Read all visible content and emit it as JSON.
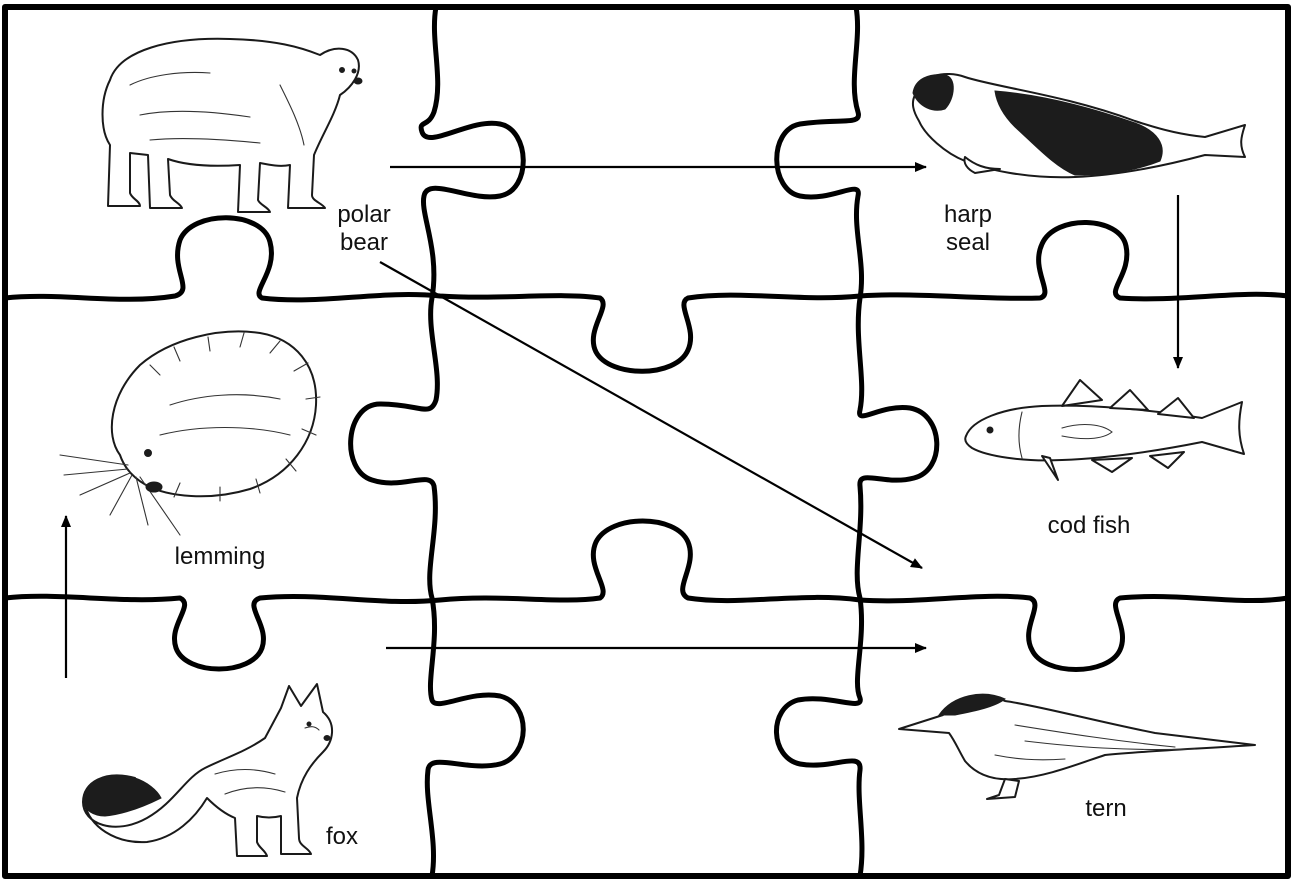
{
  "organisms": {
    "polar_bear": {
      "label_line1": "polar",
      "label_line2": "bear",
      "icon": "polar-bear-icon"
    },
    "harp_seal": {
      "label_line1": "harp",
      "label_line2": "seal",
      "icon": "harp-seal-icon"
    },
    "lemming": {
      "label": "lemming",
      "icon": "lemming-icon"
    },
    "cod_fish": {
      "label": "cod fish",
      "icon": "cod-fish-icon"
    },
    "fox": {
      "label": "fox",
      "icon": "arctic-fox-icon"
    },
    "tern": {
      "label": "tern",
      "icon": "tern-icon"
    }
  },
  "arrows": [
    {
      "from": "polar_bear",
      "to": "harp_seal"
    },
    {
      "from": "harp_seal",
      "to": "cod_fish"
    },
    {
      "from": "polar_bear",
      "to": "cod_fish"
    },
    {
      "from": "fox",
      "to": "lemming"
    },
    {
      "from": "fox",
      "to": "tern"
    }
  ],
  "colors": {
    "line": "#000000",
    "background": "#ffffff"
  }
}
